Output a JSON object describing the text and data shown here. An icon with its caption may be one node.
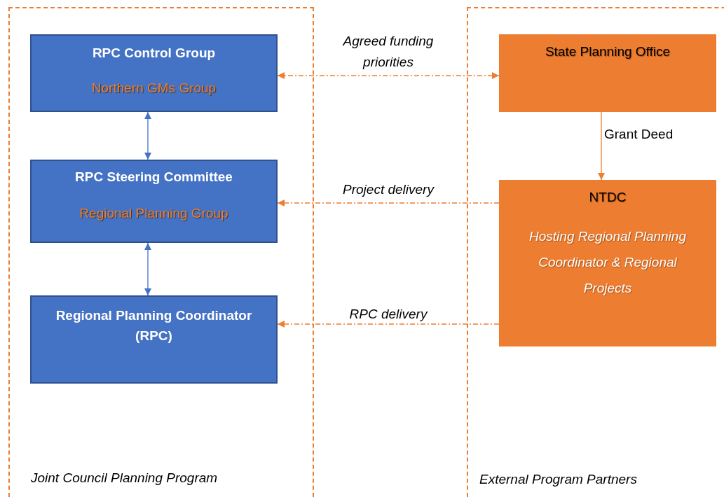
{
  "diagram": {
    "nodes": [
      {
        "text": [
          "Joint Council Planning Program"
        ]
      },
      {
        "text": [
          "RPC Control Group",
          "Northern GMs Group"
        ],
        "in": 0
      },
      {
        "text": [
          "RPC Steering Committee",
          "Regional Planning Group"
        ],
        "in": 0
      },
      {
        "text": [
          "Regional Planning Coordinator (RPC)"
        ],
        "in": 0
      },
      {
        "text": [
          "External Program Partners"
        ]
      },
      {
        "text": [
          "State Planning Office"
        ],
        "in": 4
      },
      {
        "text": [
          "NTDC",
          "Hosting Regional Planning Coordinator & Regional Projects"
        ],
        "in": 4
      }
    ],
    "edges": [
      {
        "from": 1,
        "to": 2,
        "arrow": "both",
        "color": "#4472c4"
      },
      {
        "from": 2,
        "to": 3,
        "arrow": "both",
        "color": "#4472c4"
      },
      {
        "from": 1,
        "to": 5,
        "arrow": "both",
        "label": "Agreed funding priorities",
        "style": "dashed"
      },
      {
        "from": 5,
        "to": 6,
        "arrow": "to",
        "label": "Grant Deed"
      },
      {
        "from": 6,
        "to": 2,
        "arrow": "to",
        "label": "Project delivery",
        "style": "dashed"
      },
      {
        "from": 6,
        "to": 3,
        "arrow": "to",
        "label": "RPC delivery",
        "style": "dashed"
      }
    ]
  }
}
